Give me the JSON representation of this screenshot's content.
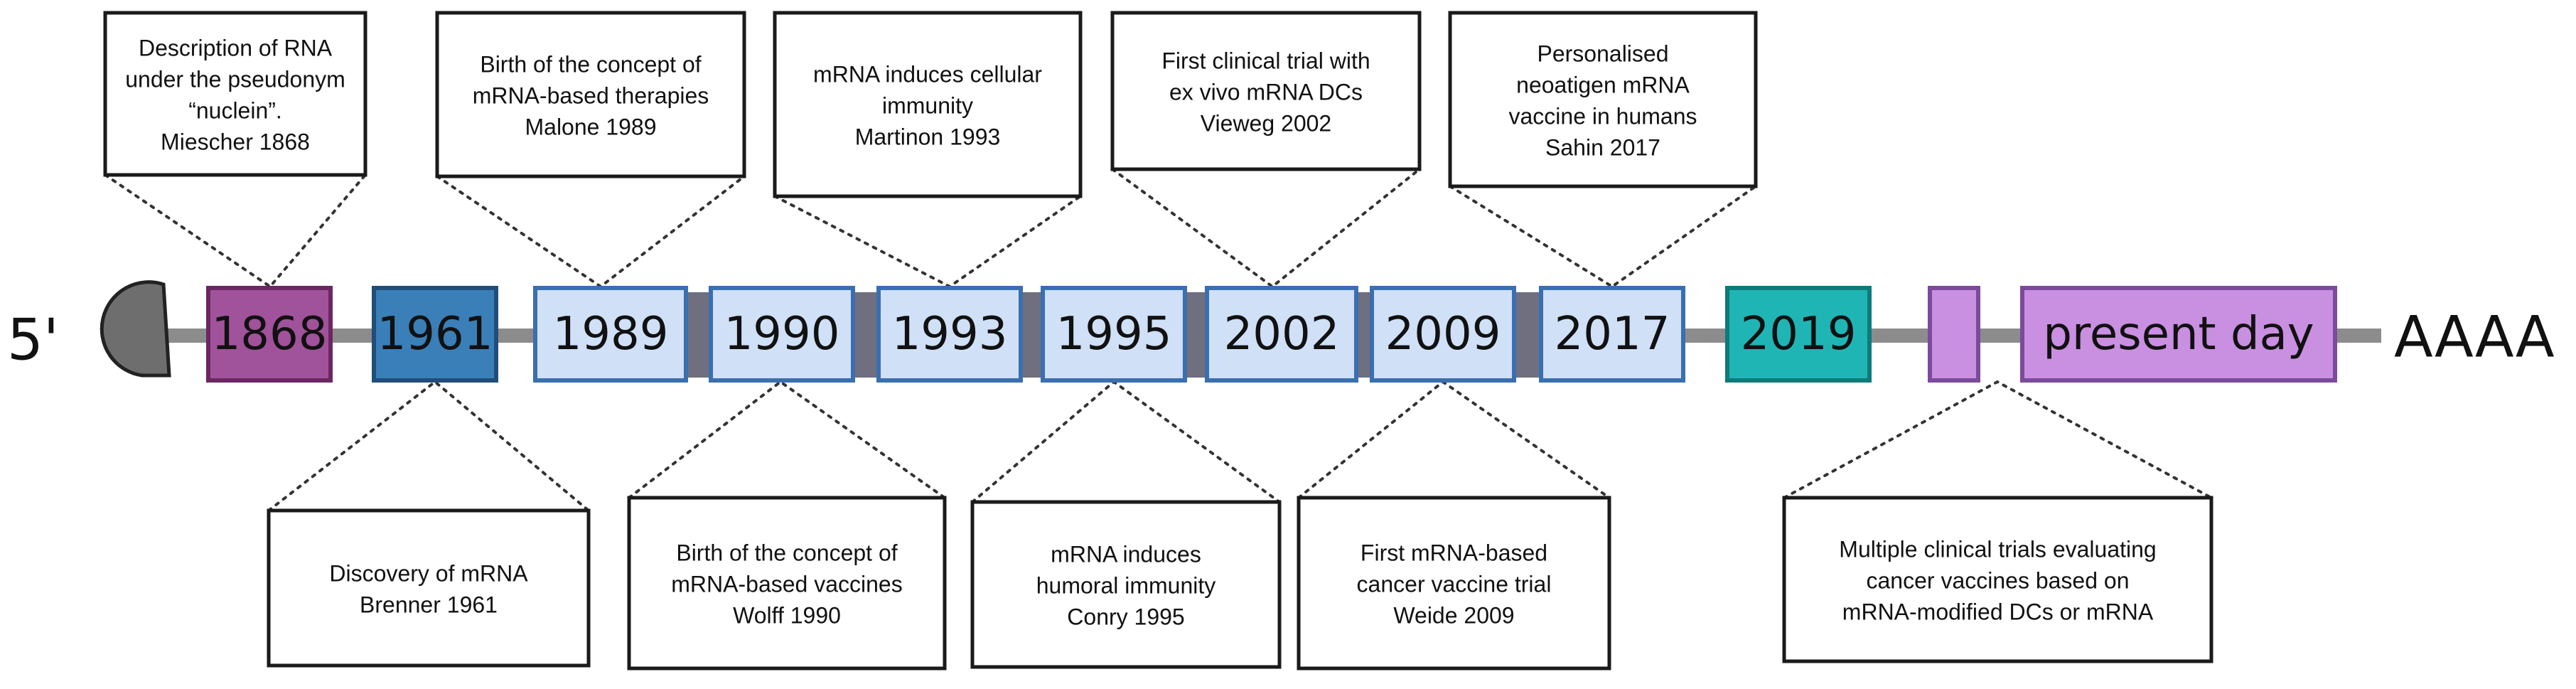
{
  "timeline": {
    "five_prime_label": "5'",
    "poly_a_label": "AAAA",
    "years": [
      {
        "label": "1868",
        "fill": "#a0529a",
        "stroke": "#6b2762",
        "text_color": "#111111"
      },
      {
        "label": "1961",
        "fill": "#3a7fb7",
        "stroke": "#1f4e7a",
        "text_color": "#111111"
      },
      {
        "label": "1989",
        "fill": "#cfe0f7",
        "stroke": "#3a6fb0",
        "text_color": "#111111"
      },
      {
        "label": "1990",
        "fill": "#cfe0f7",
        "stroke": "#3a6fb0",
        "text_color": "#111111"
      },
      {
        "label": "1993",
        "fill": "#cfe0f7",
        "stroke": "#3a6fb0",
        "text_color": "#111111"
      },
      {
        "label": "1995",
        "fill": "#cfe0f7",
        "stroke": "#3a6fb0",
        "text_color": "#111111"
      },
      {
        "label": "2002",
        "fill": "#cfe0f7",
        "stroke": "#3a6fb0",
        "text_color": "#111111"
      },
      {
        "label": "2009",
        "fill": "#cfe0f7",
        "stroke": "#3a6fb0",
        "text_color": "#111111"
      },
      {
        "label": "2017",
        "fill": "#cfe0f7",
        "stroke": "#3a6fb0",
        "text_color": "#111111"
      },
      {
        "label": "2019",
        "fill": "#1fb5b5",
        "stroke": "#0f7a7a",
        "text_color": "#111111"
      },
      {
        "label": "",
        "fill": "#c98fe0",
        "stroke": "#7c4a9c",
        "text_color": "#111111"
      },
      {
        "label": "present day",
        "fill": "#c98fe0",
        "stroke": "#7c4a9c",
        "text_color": "#111111"
      }
    ],
    "top_notes": [
      {
        "lines": [
          "Description of RNA",
          "under the pseudonym",
          "“nuclein”.",
          "Miescher 1868"
        ]
      },
      {
        "lines": [
          "Birth of the concept of",
          "mRNA-based therapies",
          "Malone 1989"
        ]
      },
      {
        "lines": [
          "mRNA induces cellular",
          "immunity",
          "Martinon 1993"
        ]
      },
      {
        "lines": [
          "First clinical trial with",
          "ex vivo mRNA DCs",
          "Vieweg 2002"
        ]
      },
      {
        "lines": [
          "Personalised",
          "neoatigen mRNA",
          "vaccine in humans",
          "Sahin 2017"
        ]
      }
    ],
    "bottom_notes": [
      {
        "lines": [
          "Discovery of mRNA",
          "Brenner 1961"
        ]
      },
      {
        "lines": [
          "Birth of the concept of",
          "mRNA-based vaccines",
          "Wolff 1990"
        ]
      },
      {
        "lines": [
          "mRNA induces",
          "humoral immunity",
          "Conry 1995"
        ]
      },
      {
        "lines": [
          "First mRNA-based",
          "cancer vaccine trial",
          "Weide 2009"
        ]
      },
      {
        "lines": [
          "Multiple clinical trials evaluating",
          "cancer vaccines based on",
          "mRNA-modified DCs or mRNA"
        ]
      }
    ]
  }
}
